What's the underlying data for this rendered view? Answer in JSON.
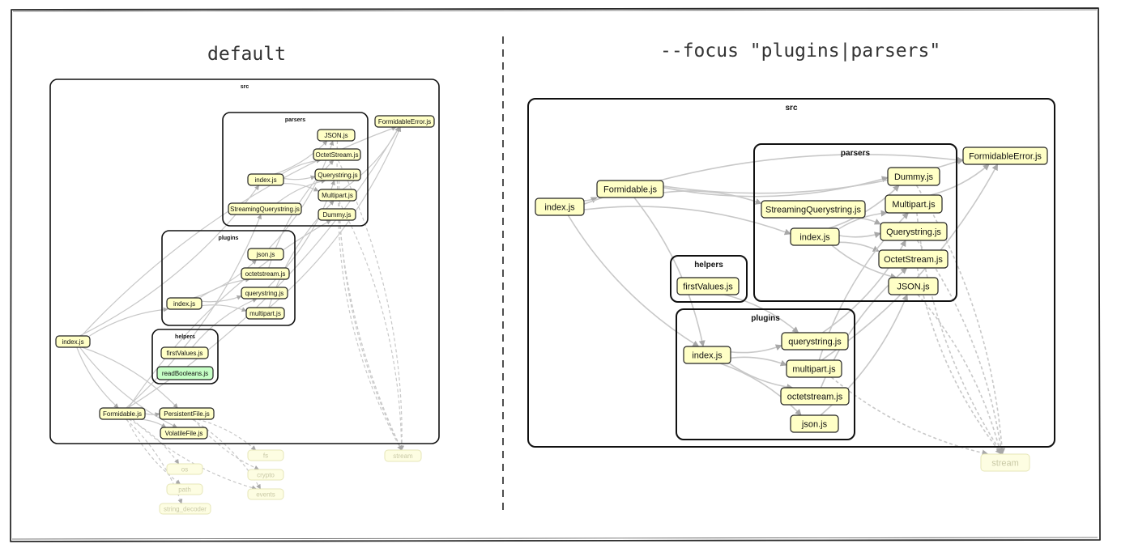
{
  "colors": {
    "node_fill": "#ffffc6",
    "node_fill_highlight": "#c6ffc6",
    "external_fill": "#fdfde2",
    "external_stroke": "#e6e6b8",
    "external_text": "#c9c9a6",
    "edge": "#c8c8c8",
    "cluster_stroke": "#111111"
  },
  "panels": [
    {
      "title": "default",
      "clusters": [
        {
          "id": "src",
          "label": "src"
        },
        {
          "id": "parsers",
          "label": "parsers"
        },
        {
          "id": "plugins",
          "label": "plugins"
        },
        {
          "id": "helpers",
          "label": "helpers"
        }
      ],
      "nodes": [
        {
          "id": "FormidableError",
          "label": "FormidableError.js"
        },
        {
          "id": "p_JSON",
          "label": "JSON.js"
        },
        {
          "id": "p_Octet",
          "label": "OctetStream.js"
        },
        {
          "id": "p_index",
          "label": "index.js"
        },
        {
          "id": "p_Query",
          "label": "Querystring.js"
        },
        {
          "id": "p_Multi",
          "label": "Multipart.js"
        },
        {
          "id": "p_Stream",
          "label": "StreamingQuerystring.js"
        },
        {
          "id": "p_Dummy",
          "label": "Dummy.js"
        },
        {
          "id": "g_json",
          "label": "json.js"
        },
        {
          "id": "g_octet",
          "label": "octetstream.js"
        },
        {
          "id": "g_index",
          "label": "index.js"
        },
        {
          "id": "g_query",
          "label": "querystring.js"
        },
        {
          "id": "g_multi",
          "label": "multipart.js"
        },
        {
          "id": "h_first",
          "label": "firstValues.js"
        },
        {
          "id": "h_read",
          "label": "readBooleans.js",
          "highlight": true
        },
        {
          "id": "index",
          "label": "index.js"
        },
        {
          "id": "Formidable",
          "label": "Formidable.js"
        },
        {
          "id": "Persistent",
          "label": "PersistentFile.js"
        },
        {
          "id": "Volatile",
          "label": "VolatileFile.js"
        },
        {
          "id": "fs",
          "label": "fs",
          "external": true
        },
        {
          "id": "crypto",
          "label": "crypto",
          "external": true
        },
        {
          "id": "events",
          "label": "events",
          "external": true
        },
        {
          "id": "os",
          "label": "os",
          "external": true
        },
        {
          "id": "path",
          "label": "path",
          "external": true
        },
        {
          "id": "string_decoder",
          "label": "string_decoder",
          "external": true
        },
        {
          "id": "stream",
          "label": "stream",
          "external": true
        }
      ],
      "edges": [
        [
          "index",
          "Formidable"
        ],
        [
          "index",
          "Persistent"
        ],
        [
          "index",
          "Volatile"
        ],
        [
          "index",
          "g_index"
        ],
        [
          "index",
          "p_index"
        ],
        [
          "index",
          "FormidableError"
        ],
        [
          "Formidable",
          "Persistent"
        ],
        [
          "Formidable",
          "Volatile"
        ],
        [
          "Formidable",
          "FormidableError"
        ],
        [
          "Formidable",
          "p_Dummy"
        ],
        [
          "Formidable",
          "p_Stream"
        ],
        [
          "Formidable",
          "os",
          "dashed"
        ],
        [
          "Formidable",
          "path",
          "dashed"
        ],
        [
          "Formidable",
          "string_decoder",
          "dashed"
        ],
        [
          "Formidable",
          "events",
          "dashed"
        ],
        [
          "Persistent",
          "fs",
          "dashed"
        ],
        [
          "Persistent",
          "crypto",
          "dashed"
        ],
        [
          "Persistent",
          "events",
          "dashed"
        ],
        [
          "g_index",
          "g_json"
        ],
        [
          "g_index",
          "g_octet"
        ],
        [
          "g_index",
          "g_query"
        ],
        [
          "g_index",
          "g_multi"
        ],
        [
          "g_json",
          "p_JSON"
        ],
        [
          "g_octet",
          "p_Octet"
        ],
        [
          "g_query",
          "p_Query"
        ],
        [
          "g_multi",
          "p_Multi"
        ],
        [
          "g_multi",
          "FormidableError"
        ],
        [
          "h_first",
          "g_query"
        ],
        [
          "p_index",
          "p_JSON"
        ],
        [
          "p_index",
          "p_Octet"
        ],
        [
          "p_index",
          "p_Query"
        ],
        [
          "p_index",
          "p_Multi"
        ],
        [
          "p_Multi",
          "FormidableError"
        ],
        [
          "p_Stream",
          "p_Query"
        ],
        [
          "p_Dummy",
          "stream",
          "dashed"
        ],
        [
          "p_Multi",
          "stream",
          "dashed"
        ],
        [
          "p_Query",
          "stream",
          "dashed"
        ],
        [
          "p_Octet",
          "stream",
          "dashed"
        ],
        [
          "p_JSON",
          "stream",
          "dashed"
        ]
      ]
    },
    {
      "title": "--focus \"plugins|parsers\"",
      "clusters": [
        {
          "id": "src",
          "label": "src"
        },
        {
          "id": "parsers",
          "label": "parsers"
        },
        {
          "id": "helpers",
          "label": "helpers"
        },
        {
          "id": "plugins",
          "label": "plugins"
        }
      ],
      "nodes": [
        {
          "id": "index",
          "label": "index.js"
        },
        {
          "id": "Formidable",
          "label": "Formidable.js"
        },
        {
          "id": "FormidableError",
          "label": "FormidableError.js"
        },
        {
          "id": "p_Dummy",
          "label": "Dummy.js"
        },
        {
          "id": "p_Stream",
          "label": "StreamingQuerystring.js"
        },
        {
          "id": "p_Multi",
          "label": "Multipart.js"
        },
        {
          "id": "p_index",
          "label": "index.js"
        },
        {
          "id": "p_Query",
          "label": "Querystring.js"
        },
        {
          "id": "p_Octet",
          "label": "OctetStream.js"
        },
        {
          "id": "p_JSON",
          "label": "JSON.js"
        },
        {
          "id": "h_first",
          "label": "firstValues.js"
        },
        {
          "id": "g_index",
          "label": "index.js"
        },
        {
          "id": "g_query",
          "label": "querystring.js"
        },
        {
          "id": "g_multi",
          "label": "multipart.js"
        },
        {
          "id": "g_octet",
          "label": "octetstream.js"
        },
        {
          "id": "g_json",
          "label": "json.js"
        },
        {
          "id": "stream",
          "label": "stream",
          "external": true
        }
      ],
      "edges": [
        [
          "index",
          "Formidable"
        ],
        [
          "index",
          "p_index"
        ],
        [
          "index",
          "g_index"
        ],
        [
          "index",
          "FormidableError"
        ],
        [
          "Formidable",
          "p_Dummy"
        ],
        [
          "Formidable",
          "p_Stream"
        ],
        [
          "Formidable",
          "FormidableError"
        ],
        [
          "Formidable",
          "g_index"
        ],
        [
          "p_index",
          "p_Dummy"
        ],
        [
          "p_index",
          "p_Multi"
        ],
        [
          "p_index",
          "p_Query"
        ],
        [
          "p_index",
          "p_Octet"
        ],
        [
          "p_index",
          "p_JSON"
        ],
        [
          "p_Stream",
          "p_Query"
        ],
        [
          "p_Multi",
          "FormidableError"
        ],
        [
          "h_first",
          "g_query"
        ],
        [
          "g_index",
          "g_query"
        ],
        [
          "g_index",
          "g_multi"
        ],
        [
          "g_index",
          "g_octet"
        ],
        [
          "g_index",
          "g_json"
        ],
        [
          "g_query",
          "p_Query"
        ],
        [
          "g_multi",
          "p_Multi"
        ],
        [
          "g_multi",
          "FormidableError"
        ],
        [
          "g_octet",
          "p_Octet"
        ],
        [
          "g_json",
          "p_JSON"
        ],
        [
          "p_Dummy",
          "stream",
          "dashed"
        ],
        [
          "p_Multi",
          "stream",
          "dashed"
        ],
        [
          "p_Query",
          "stream",
          "dashed"
        ],
        [
          "p_Octet",
          "stream",
          "dashed"
        ],
        [
          "p_JSON",
          "stream",
          "dashed"
        ],
        [
          "g_multi",
          "stream",
          "dashed"
        ]
      ]
    }
  ]
}
